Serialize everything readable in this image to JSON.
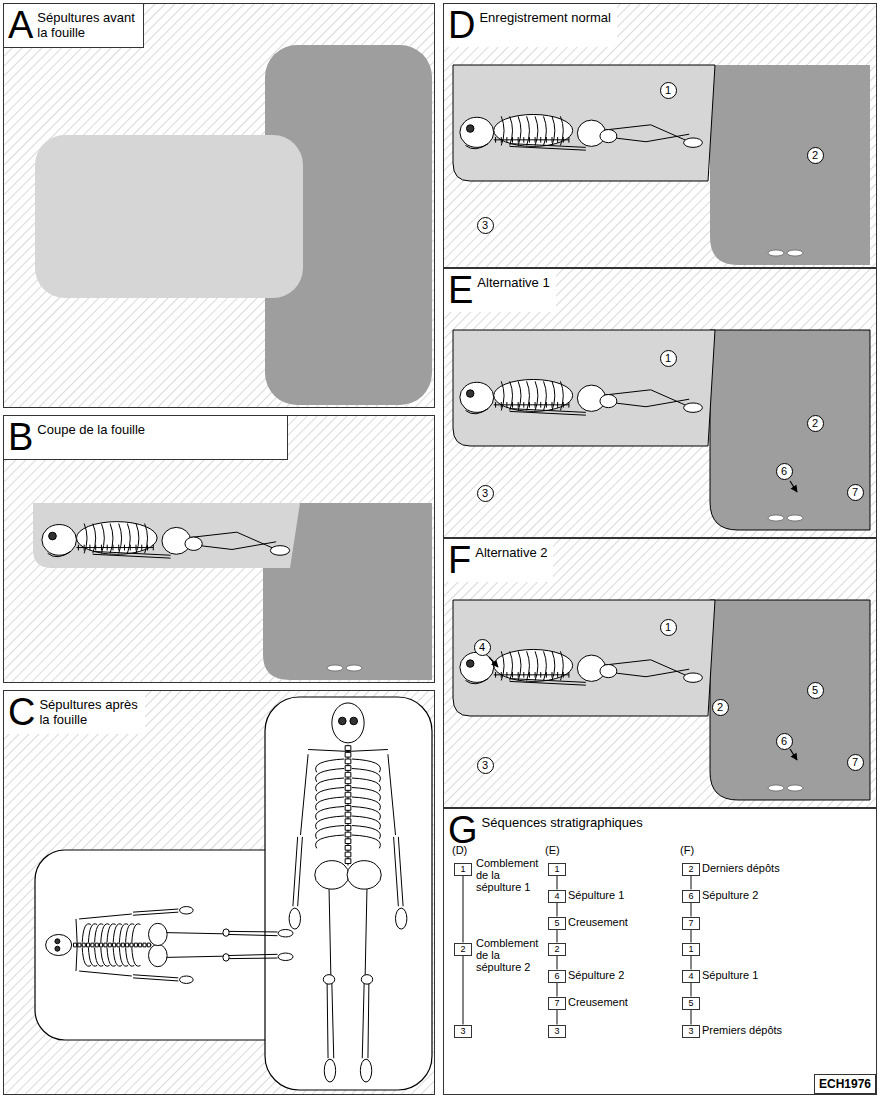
{
  "diagram": {
    "nodes": [
      {
        "text": [
          "A",
          "Sépultures avant la fouille"
        ]
      },
      {
        "text": [
          "B",
          "Coupe de la fouille"
        ]
      },
      {
        "text": [
          "C",
          "Sépultures après la fouille"
        ]
      },
      {
        "text": [
          "D",
          "Enregistrement normal"
        ]
      },
      {
        "text": [
          "E",
          "Alternative 1"
        ]
      },
      {
        "text": [
          "F",
          "Alternative 2"
        ]
      },
      {
        "text": [
          "G",
          "Séquences stratigraphiques"
        ]
      },
      {
        "text": [
          "1"
        ],
        "in": 6
      },
      {
        "text": [
          "2"
        ],
        "in": 6
      },
      {
        "text": [
          "3"
        ],
        "in": 6
      },
      {
        "text": [
          "1"
        ],
        "in": 6
      },
      {
        "text": [
          "4"
        ],
        "in": 6
      },
      {
        "text": [
          "5"
        ],
        "in": 6
      },
      {
        "text": [
          "2"
        ],
        "in": 6
      },
      {
        "text": [
          "6"
        ],
        "in": 6
      },
      {
        "text": [
          "7"
        ],
        "in": 6
      },
      {
        "text": [
          "3"
        ],
        "in": 6
      },
      {
        "text": [
          "2"
        ],
        "in": 6
      },
      {
        "text": [
          "6"
        ],
        "in": 6
      },
      {
        "text": [
          "7"
        ],
        "in": 6
      },
      {
        "text": [
          "1"
        ],
        "in": 6
      },
      {
        "text": [
          "4"
        ],
        "in": 6
      },
      {
        "text": [
          "5"
        ],
        "in": 6
      },
      {
        "text": [
          "3"
        ],
        "in": 6
      }
    ],
    "edges": [
      {
        "from": 7,
        "to": 8,
        "arrow": "none"
      },
      {
        "from": 8,
        "to": 9,
        "arrow": "none"
      },
      {
        "from": 10,
        "to": 11,
        "arrow": "none"
      },
      {
        "from": 11,
        "to": 12,
        "arrow": "none"
      },
      {
        "from": 12,
        "to": 13,
        "arrow": "none"
      },
      {
        "from": 13,
        "to": 14,
        "arrow": "none"
      },
      {
        "from": 14,
        "to": 15,
        "arrow": "none"
      },
      {
        "from": 15,
        "to": 16,
        "arrow": "none"
      },
      {
        "from": 17,
        "to": 18,
        "arrow": "none"
      },
      {
        "from": 18,
        "to": 19,
        "arrow": "none"
      },
      {
        "from": 19,
        "to": 20,
        "arrow": "none"
      },
      {
        "from": 20,
        "to": 21,
        "arrow": "none"
      },
      {
        "from": 21,
        "to": 22,
        "arrow": "none"
      },
      {
        "from": 22,
        "to": 23,
        "arrow": "none"
      }
    ],
    "labels": [
      "1",
      "2",
      "3",
      "1",
      "2",
      "6",
      "7",
      "3",
      "4",
      "1",
      "2",
      "5",
      "6",
      "7",
      "3",
      "(D)",
      "(E)",
      "(F)",
      "Comblement de la sépulture 1",
      "Comblement de la sépulture 2",
      "Sépulture 1",
      "Creusement",
      "Sépulture 2",
      "Creusement",
      "Derniers dépôts",
      "Sépulture 2",
      "Sépulture 1",
      "Premiers dépôts",
      "ECH1976"
    ]
  }
}
